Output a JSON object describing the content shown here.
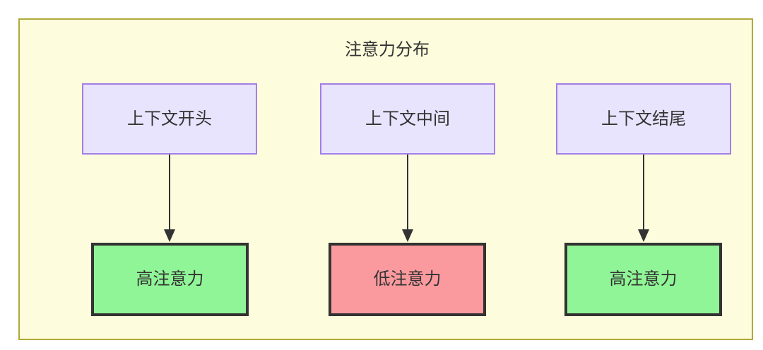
{
  "diagram": {
    "title": "注意力分布",
    "background_color": "#fdfcdc",
    "border_color": "#b1a83a",
    "columns": [
      {
        "context": {
          "label": "上下文开头",
          "fill": "#e8e4fd",
          "stroke": "#a47ee8"
        },
        "attention": {
          "label": "高注意力",
          "level": "high",
          "fill": "#90f596",
          "stroke": "#333333"
        }
      },
      {
        "context": {
          "label": "上下文中间",
          "fill": "#e8e4fd",
          "stroke": "#a47ee8"
        },
        "attention": {
          "label": "低注意力",
          "level": "low",
          "fill": "#fb9a9e",
          "stroke": "#333333"
        }
      },
      {
        "context": {
          "label": "上下文结尾",
          "fill": "#e8e4fd",
          "stroke": "#a47ee8"
        },
        "attention": {
          "label": "高注意力",
          "level": "high",
          "fill": "#90f596",
          "stroke": "#333333"
        }
      }
    ],
    "connectors": [
      {
        "name": "arrow-down-icon",
        "from": "上下文开头",
        "to": "高注意力",
        "color": "#333333"
      },
      {
        "name": "arrow-down-icon",
        "from": "上下文中间",
        "to": "低注意力",
        "color": "#333333"
      },
      {
        "name": "arrow-down-icon",
        "from": "上下文结尾",
        "to": "高注意力",
        "color": "#333333"
      }
    ]
  }
}
